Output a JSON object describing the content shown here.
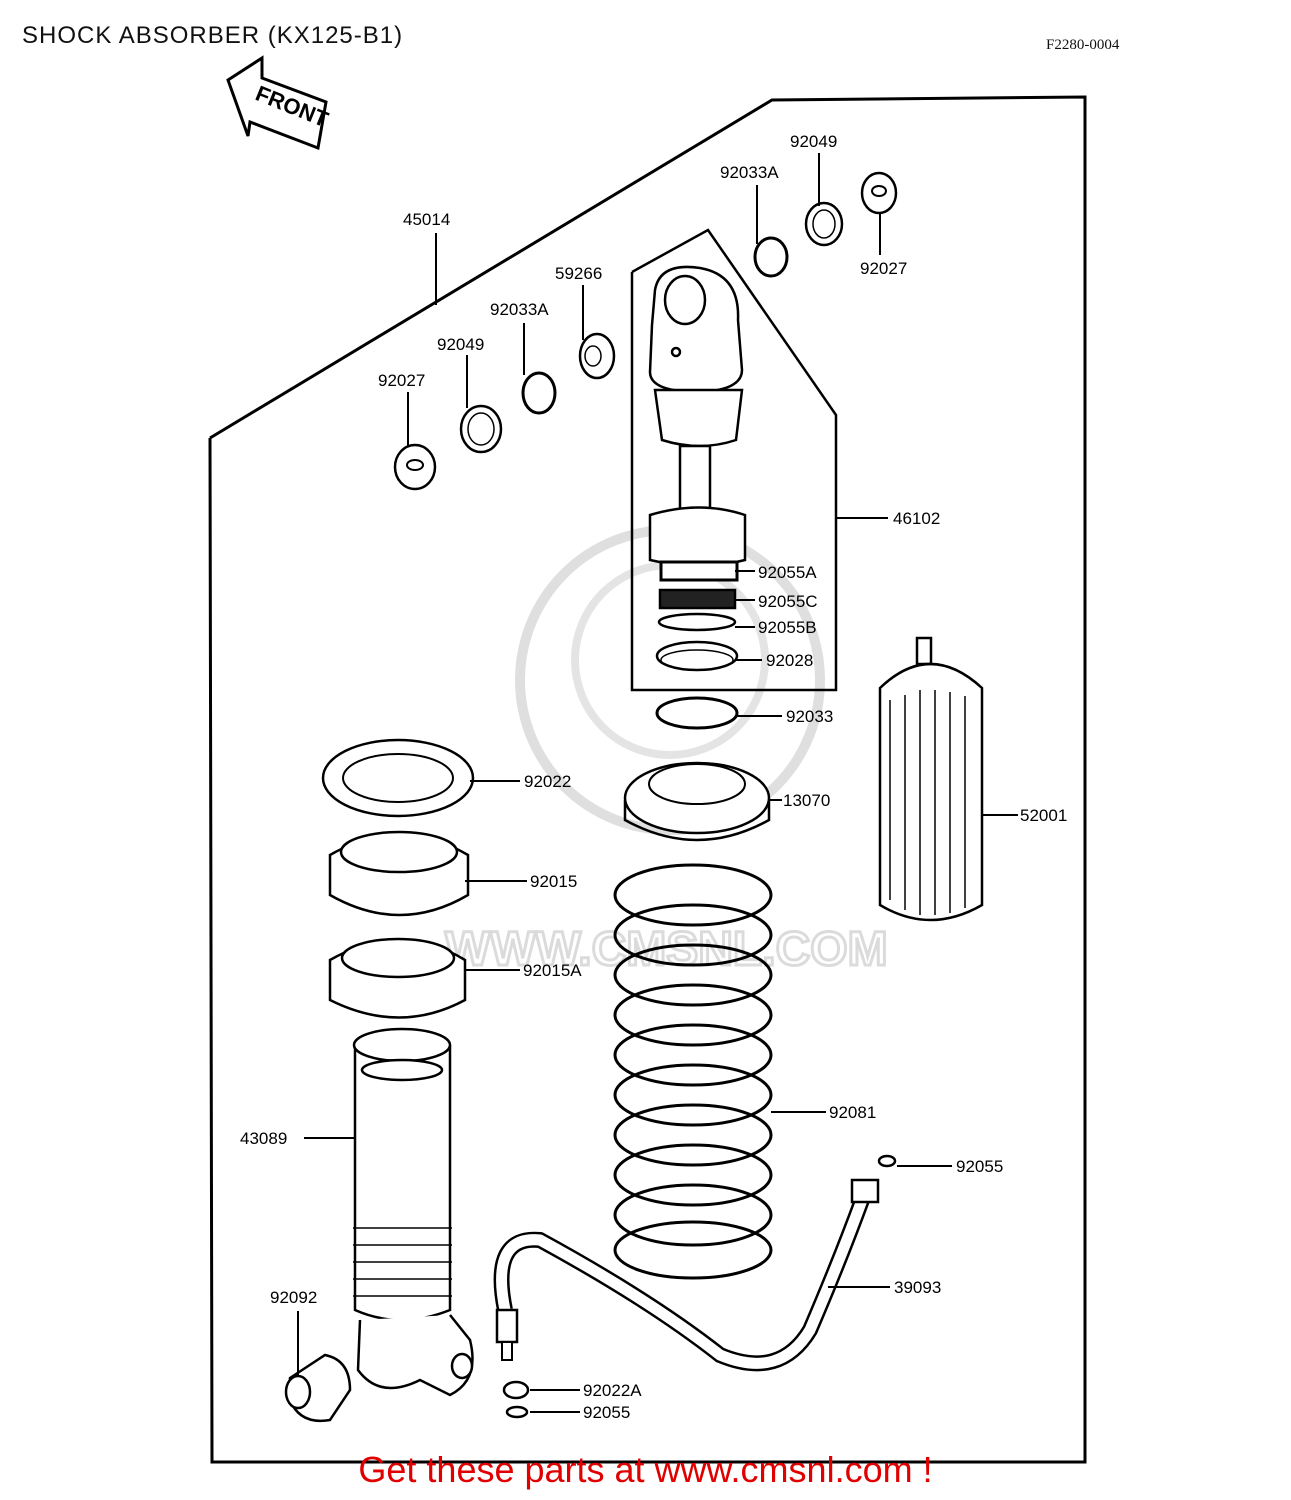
{
  "header": {
    "title": "SHOCK ABSORBER (KX125-B1)",
    "figure_code": "F2280-0004"
  },
  "front_arrow": {
    "label": "FRONT"
  },
  "watermark": {
    "text": "WWW.CMSNL.COM"
  },
  "footer": {
    "link_text": "Get these parts at www.cmsnl.com !",
    "link_color": "#e00000"
  },
  "parts": [
    "45014",
    "92049",
    "92033A",
    "92027",
    "59266",
    "92033A",
    "92049",
    "92027",
    "46102",
    "92055A",
    "92055C",
    "92055B",
    "92028",
    "92033",
    "92022",
    "13070",
    "52001",
    "92015",
    "92015A",
    "92081",
    "43089",
    "92055",
    "39093",
    "92092",
    "92022A",
    "92055"
  ]
}
